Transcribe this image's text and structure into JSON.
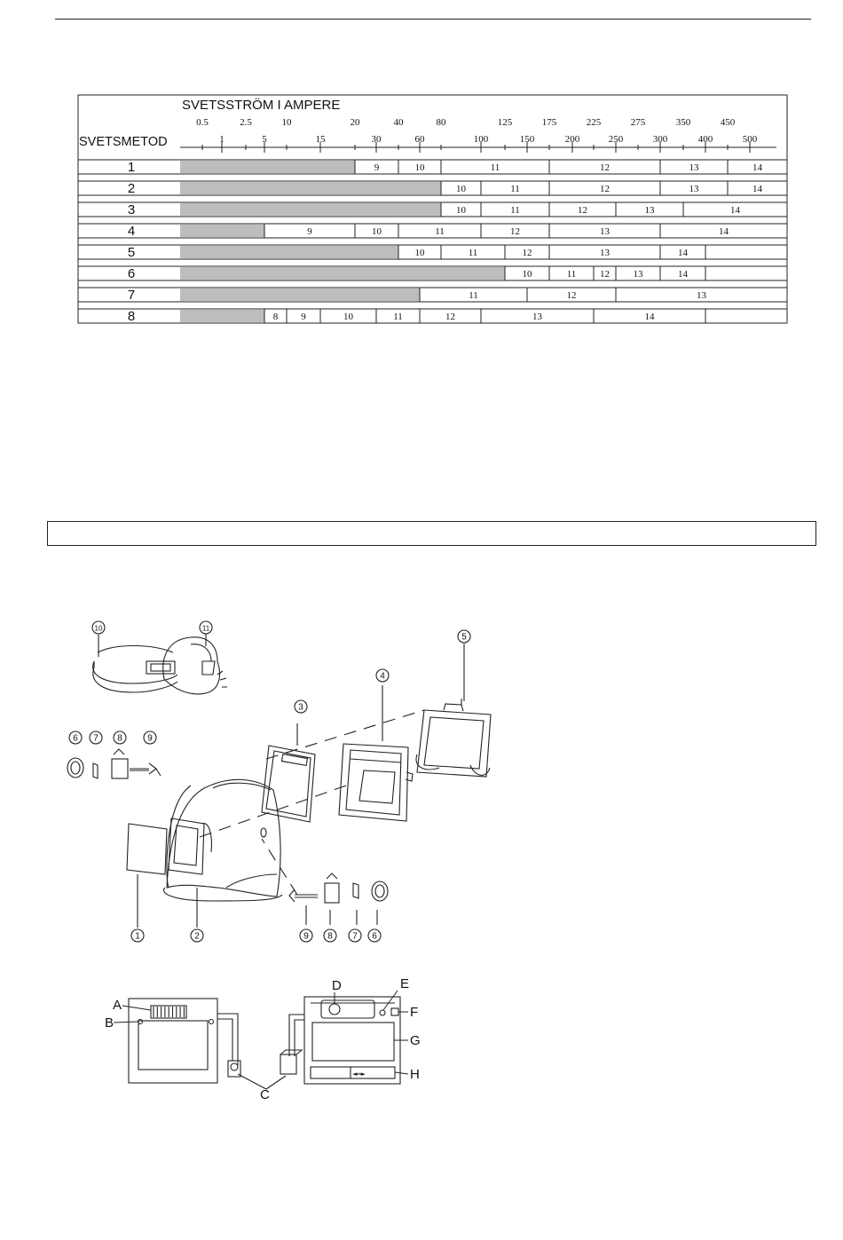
{
  "document": {
    "chart_header": {
      "current_title": "SVETSSTRÖM I AMPERE",
      "method_title": "SVETSMETOD"
    }
  },
  "chart_data": {
    "type": "table",
    "title": "SVETSSTRÖM I AMPERE",
    "row_header": "SVETSMETOD",
    "scale_top": [
      "0.5",
      "2.5",
      "10",
      "20",
      "40",
      "80",
      "125",
      "175",
      "225",
      "275",
      "350",
      "450"
    ],
    "scale_bottom": [
      "1",
      "5",
      "15",
      "30",
      "60",
      "100",
      "150",
      "200",
      "250",
      "300",
      "400",
      "500"
    ],
    "rows": [
      {
        "method": "1",
        "not_applicable_until": "20",
        "shades": [
          {
            "shade": "9",
            "from": "20",
            "to": "40"
          },
          {
            "shade": "10",
            "from": "40",
            "to": "80"
          },
          {
            "shade": "11",
            "from": "80",
            "to": "175"
          },
          {
            "shade": "12",
            "from": "175",
            "to": "300"
          },
          {
            "shade": "13",
            "from": "300",
            "to": "450"
          },
          {
            "shade": "14",
            "from": "450",
            "to": "500+"
          }
        ]
      },
      {
        "method": "2",
        "not_applicable_until": "80",
        "shades": [
          {
            "shade": "10",
            "from": "80",
            "to": "100"
          },
          {
            "shade": "11",
            "from": "100",
            "to": "175"
          },
          {
            "shade": "12",
            "from": "175",
            "to": "300"
          },
          {
            "shade": "13",
            "from": "300",
            "to": "450"
          },
          {
            "shade": "14",
            "from": "450",
            "to": "500+"
          }
        ]
      },
      {
        "method": "3",
        "not_applicable_until": "80",
        "shades": [
          {
            "shade": "10",
            "from": "80",
            "to": "100"
          },
          {
            "shade": "11",
            "from": "100",
            "to": "175"
          },
          {
            "shade": "12",
            "from": "175",
            "to": "250"
          },
          {
            "shade": "13",
            "from": "250",
            "to": "350"
          },
          {
            "shade": "14",
            "from": "350",
            "to": "500+"
          }
        ]
      },
      {
        "method": "4",
        "not_applicable_until": "5",
        "shades": [
          {
            "shade": "9",
            "from": "5",
            "to": "20"
          },
          {
            "shade": "10",
            "from": "20",
            "to": "40"
          },
          {
            "shade": "11",
            "from": "40",
            "to": "100"
          },
          {
            "shade": "12",
            "from": "100",
            "to": "175"
          },
          {
            "shade": "13",
            "from": "175",
            "to": "300"
          },
          {
            "shade": "14",
            "from": "300",
            "to": "500+"
          }
        ]
      },
      {
        "method": "5",
        "not_applicable_until": "40",
        "shades": [
          {
            "shade": "10",
            "from": "40",
            "to": "80"
          },
          {
            "shade": "11",
            "from": "80",
            "to": "125"
          },
          {
            "shade": "12",
            "from": "125",
            "to": "175"
          },
          {
            "shade": "13",
            "from": "175",
            "to": "300"
          },
          {
            "shade": "14",
            "from": "300",
            "to": "400"
          }
        ]
      },
      {
        "method": "6",
        "not_applicable_until": "125",
        "shades": [
          {
            "shade": "10",
            "from": "125",
            "to": "175"
          },
          {
            "shade": "11",
            "from": "175",
            "to": "225"
          },
          {
            "shade": "12",
            "from": "225",
            "to": "250"
          },
          {
            "shade": "13",
            "from": "250",
            "to": "300"
          },
          {
            "shade": "14",
            "from": "300",
            "to": "400"
          }
        ]
      },
      {
        "method": "7",
        "not_applicable_until": "60",
        "shades": [
          {
            "shade": "11",
            "from": "60",
            "to": "150"
          },
          {
            "shade": "12",
            "from": "150",
            "to": "250"
          },
          {
            "shade": "13",
            "from": "250",
            "to": "500+"
          }
        ]
      },
      {
        "method": "8",
        "not_applicable_until": "5",
        "shades": [
          {
            "shade": "8",
            "from": "5",
            "to": "10"
          },
          {
            "shade": "9",
            "from": "10",
            "to": "15"
          },
          {
            "shade": "10",
            "from": "15",
            "to": "30"
          },
          {
            "shade": "11",
            "from": "30",
            "to": "60"
          },
          {
            "shade": "12",
            "from": "60",
            "to": "100"
          },
          {
            "shade": "13",
            "from": "100",
            "to": "225"
          },
          {
            "shade": "14",
            "from": "225",
            "to": "400"
          }
        ]
      }
    ]
  },
  "exploded_view": {
    "parts": [
      "1",
      "2",
      "3",
      "4",
      "5",
      "6",
      "7",
      "8",
      "9",
      "10",
      "11"
    ]
  },
  "filter_detail": {
    "labels": [
      "A",
      "B",
      "C",
      "D",
      "E",
      "F",
      "G",
      "H"
    ],
    "button_glyph": "◄═►"
  }
}
